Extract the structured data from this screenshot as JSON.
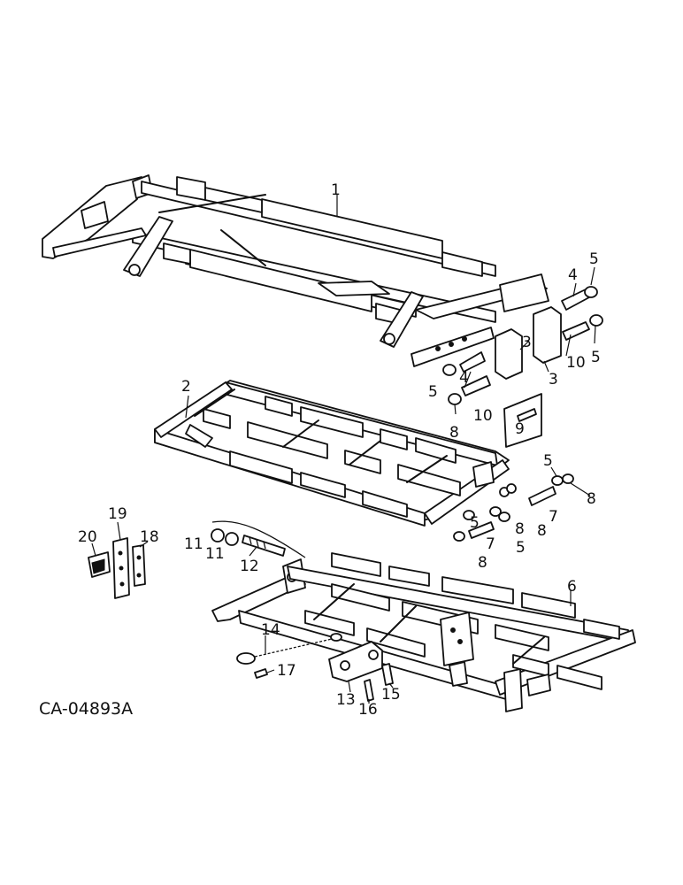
{
  "drawing_code": "CA-04893A",
  "callouts": [
    "1",
    "2",
    "3",
    "3",
    "4",
    "4",
    "5",
    "5",
    "5",
    "5",
    "5",
    "5",
    "6",
    "7",
    "7",
    "8",
    "8",
    "8",
    "8",
    "8",
    "9",
    "10",
    "10",
    "11",
    "11",
    "12",
    "13",
    "14",
    "15",
    "16",
    "17",
    "18",
    "19",
    "20"
  ]
}
